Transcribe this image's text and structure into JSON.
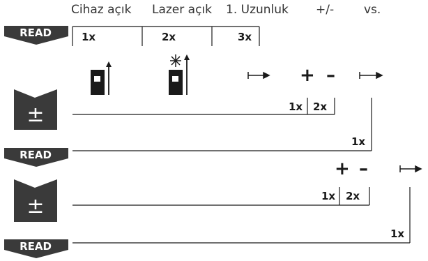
{
  "headers": {
    "device_on": "Cihaz açık",
    "laser_on": "Lazer açık",
    "first_length": "1. Uzunluk",
    "plus_minus": "+/-",
    "etc": "vs."
  },
  "buttons": {
    "read": "READ",
    "plus_minus_symbol": "±"
  },
  "press_counts": {
    "c1": "1x",
    "c2": "2x",
    "c3": "3x",
    "p1": "1x",
    "p2": "2x",
    "r1": "1x",
    "q1": "1x",
    "q2": "2x",
    "r2": "1x"
  },
  "operators": {
    "plus": "+",
    "minus": "–"
  },
  "icons": [
    "laser-device-icon",
    "laser-device-with-beam-icon",
    "measure-arrow-icon"
  ],
  "colors": {
    "button_fill": "#3a3a3a",
    "line": "#1a1a1a",
    "text": "#333333"
  }
}
